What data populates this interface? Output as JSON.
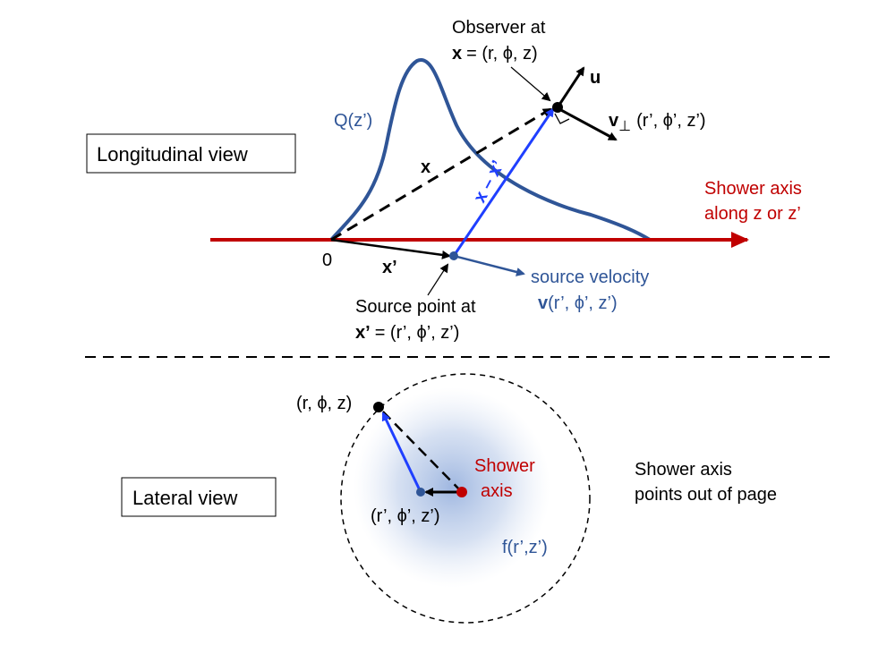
{
  "longitudinal": {
    "view_label": "Longitudinal view",
    "observer_title": "Observer at",
    "observer_symbol": "x",
    "observer_coords": "= (r, ϕ, z)",
    "u_label": "u",
    "v_perp_symbol": "v",
    "v_perp_sub": "⊥",
    "v_perp_coords": "(r’, ϕ’, z’)",
    "profile_label": "Q(z’)",
    "x_label": "x",
    "x_minus_label": "x – x’",
    "axis_label_line1": "Shower axis",
    "axis_label_line2": "along z or z’",
    "origin_label": "0",
    "x_prime_label": "x’",
    "source_velocity_line1": "source velocity",
    "source_velocity_symbol": "v",
    "source_velocity_coords": "(r’, ϕ’, z’)",
    "source_title": "Source point at",
    "source_symbol": "x’",
    "source_coords": "= (r’, ϕ’, z’)"
  },
  "lateral": {
    "view_label": "Lateral view",
    "observer_coords": "(r, ϕ, z)",
    "source_coords": "(r’, ϕ’, z’)",
    "axis_label_line1": "Shower",
    "axis_label_line2": "axis",
    "distribution_label": "f(r’,z’)",
    "note_line1": "Shower axis",
    "note_line2": "points out of page"
  },
  "colors": {
    "axis_red": "#c00000",
    "profile_blue": "#2f5597",
    "vector_blue": "#1f3fff",
    "haze_blue": "#8eaadb"
  }
}
